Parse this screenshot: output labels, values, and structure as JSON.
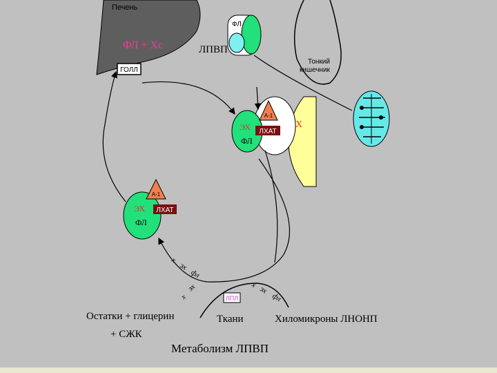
{
  "diagram": {
    "title": "Метаболизм ЛПВП",
    "liver": {
      "label": "Печень",
      "reaction": "ФЛ + Хс",
      "golgi": "ГОЛЛ"
    },
    "hdl_particle": {
      "label": "ЛПВП",
      "inner_label": "ФЛ"
    },
    "intestine": {
      "label_line1": "Тонкий",
      "label_line2": "кишечник"
    },
    "particle_upper": {
      "apo": "А-1",
      "enzyme": "ЛХАТ",
      "ex": "ЭХ",
      "fl": "ФЛ"
    },
    "particle_lower": {
      "apo": "А-1",
      "enzyme": "ЛХАТ",
      "ex": "ЭХ",
      "fl": "ФЛ"
    },
    "cell_x": "Х",
    "arrow_labels": {
      "left_x": "х",
      "left_ex": "эх",
      "left_fl": "фл",
      "mid_x": "х",
      "mid_ex": "эх",
      "right_x": "х",
      "right_ex": "эх",
      "right_fl": "фл"
    },
    "lpl_box": "ЛПЛ",
    "tissues": "Ткани",
    "remnants_line1": "Остатки + глицерин",
    "remnants_line2": "+ СЖК",
    "chylomicrons": "Хиломикроны ЛНОНП"
  },
  "colors": {
    "background": "#c0c0c0",
    "liver": "#5e5e5e",
    "particle_green": "#22e07a",
    "particle_cyan": "#7ff0f0",
    "apo_orange": "#f08050",
    "enzyme_box": "#7a1010",
    "cell_yellow": "#ffff99",
    "intestine_cell": "#66e8e8",
    "reaction_text": "#ff3399",
    "ex_text": "#e0302a",
    "lpl_text": "#cc44cc"
  }
}
